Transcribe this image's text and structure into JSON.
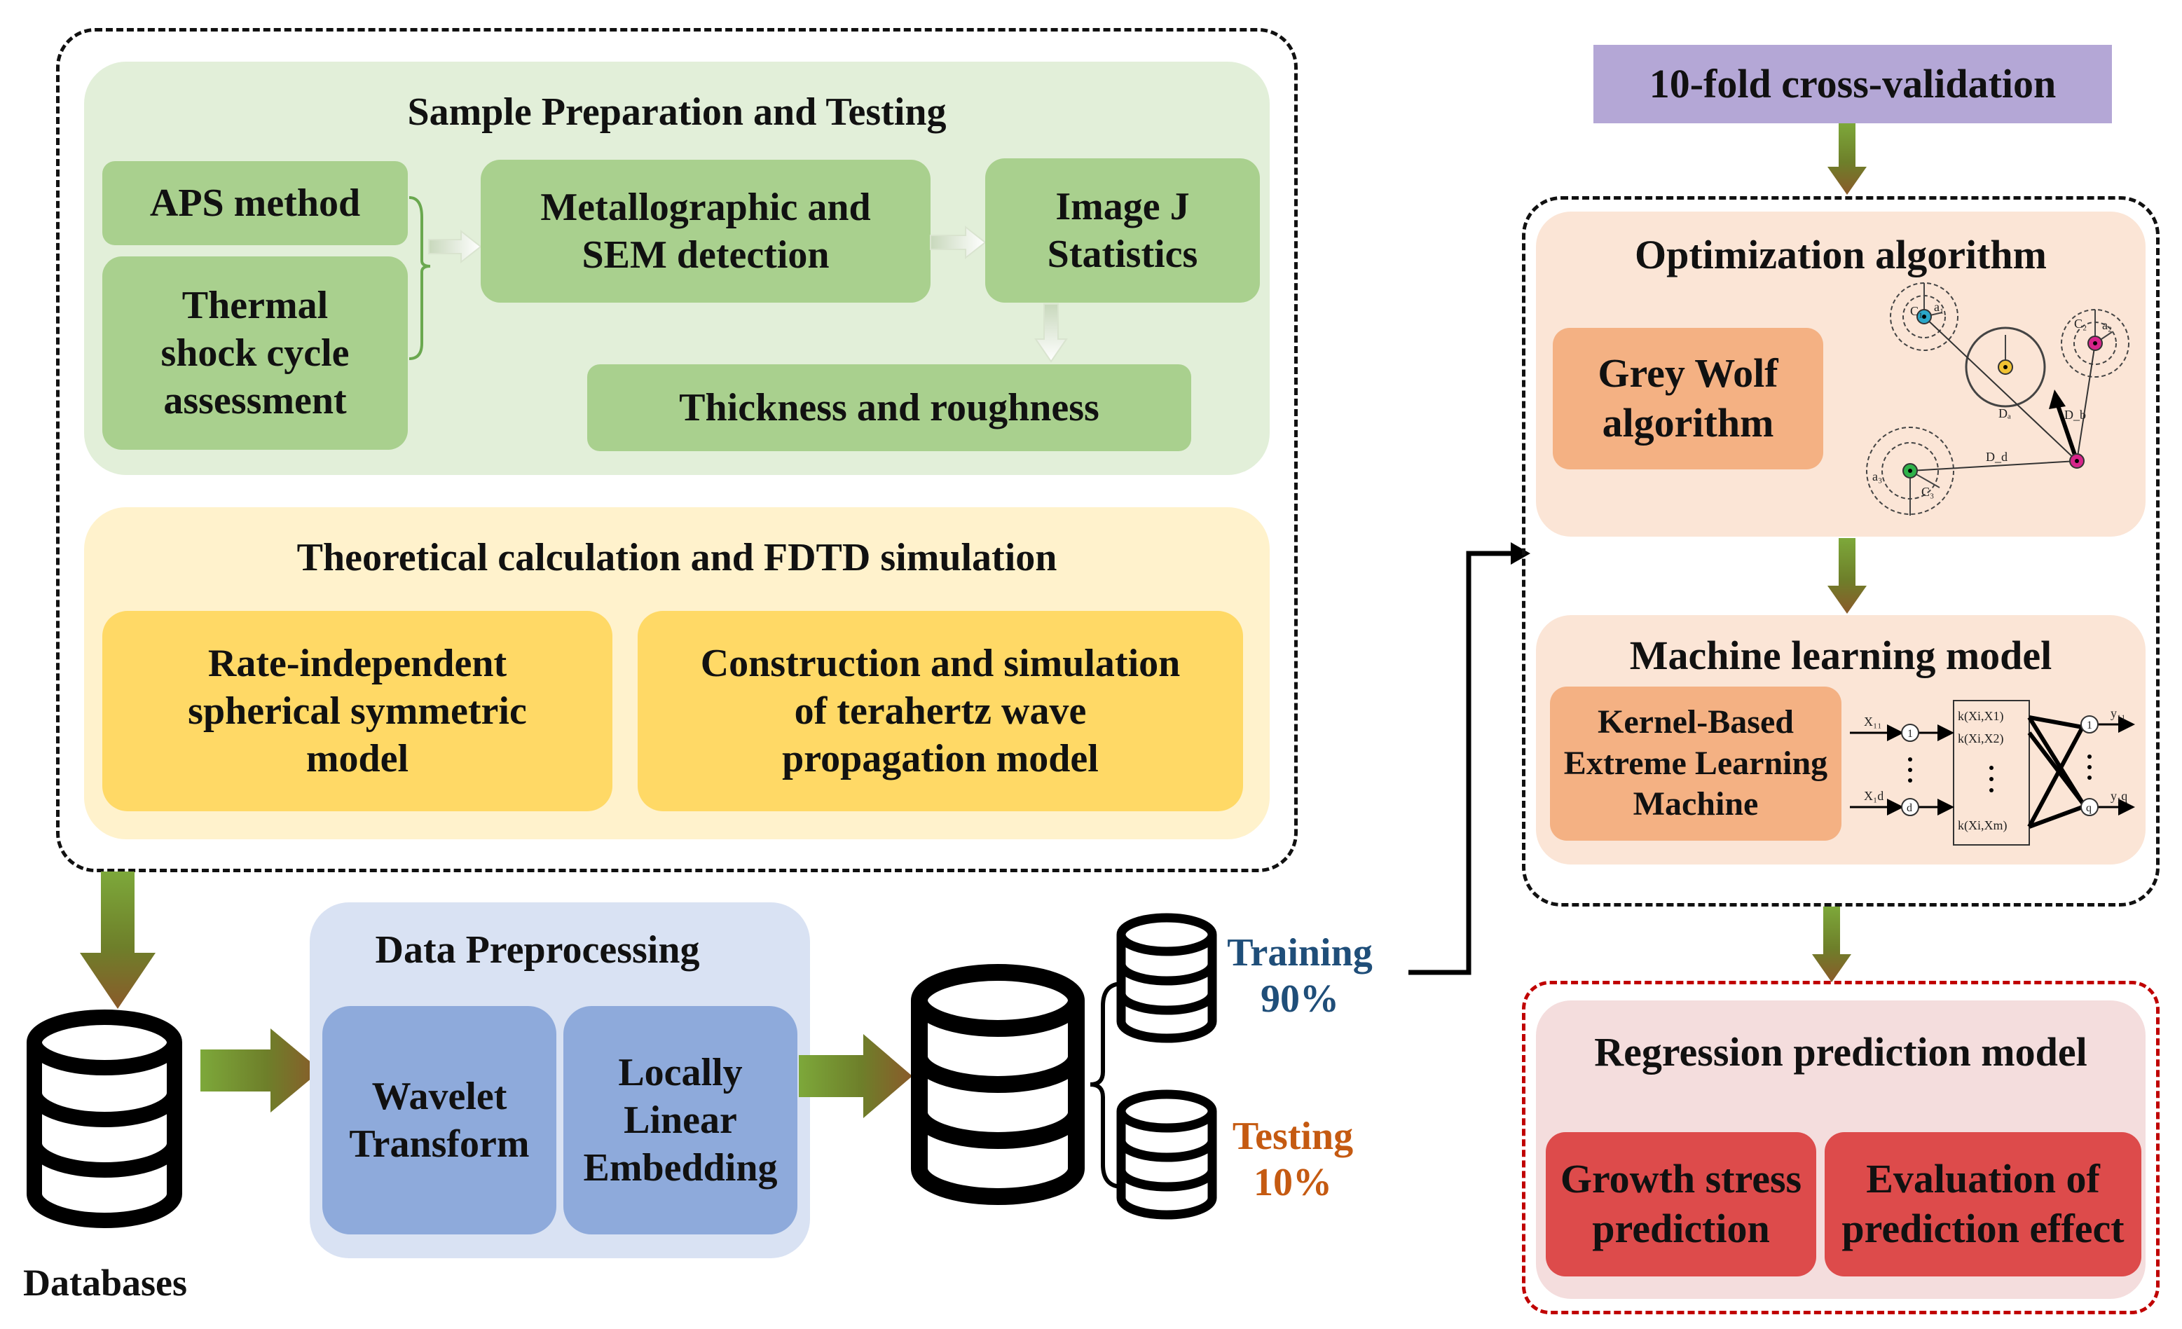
{
  "sample_prep": {
    "title": "Sample Preparation and Testing",
    "aps": "APS method",
    "thermal": "Thermal shock cycle assessment",
    "metallographic": "Metallographic and SEM detection",
    "imagej": "Image J Statistics",
    "thickness": "Thickness and roughness"
  },
  "theory": {
    "title": "Theoretical calculation and FDTD simulation",
    "rate_model": "Rate-independent spherical symmetric model",
    "terahertz": "Construction and simulation of terahertz wave propagation model"
  },
  "databases_label": "Databases",
  "preprocessing": {
    "title": "Data Preprocessing",
    "wavelet": "Wavelet Transform",
    "lle": "Locally Linear Embedding"
  },
  "split": {
    "training_label": "Training",
    "training_pct": "90%",
    "testing_label": "Testing",
    "testing_pct": "10%"
  },
  "cross_validation": "10-fold cross-validation",
  "optimization": {
    "title": "Optimization algorithm",
    "gwo": "Grey Wolf algorithm",
    "diagram_labels": {
      "c1": "C₁",
      "a1": "a₁",
      "c2": "C₂",
      "a2": "a₂",
      "a3": "a₃",
      "c3": "C₃",
      "da": "Dₐ",
      "db": "D_b",
      "dd": "D_d"
    }
  },
  "ml": {
    "title": "Machine learning model",
    "kelm": "Kernel-Based Extreme Learning Machine",
    "net_labels": {
      "x1": "X₁₁",
      "xd": "X₁d",
      "n1": "1",
      "nd": "d",
      "k1": "k(Xi,X1)",
      "k2": "k(Xi,X2)",
      "km": "k(Xi,Xm)",
      "o1": "1",
      "oq": "q",
      "y1": "y₁₁",
      "yq": "y₁q"
    }
  },
  "regression": {
    "title": "Regression prediction model",
    "growth": "Growth stress prediction",
    "evaluation": "Evaluation of prediction effect"
  },
  "colors": {
    "green_panel": "#e2efd9",
    "green_box": "#a9d08e",
    "yellow_panel": "#fff2cc",
    "yellow_box": "#ffd966",
    "blue_panel": "#d9e2f3",
    "blue_box": "#8eaadb",
    "purple": "#b4a7d6",
    "peach_panel": "#fbe5d6",
    "orange_box": "#f4b183",
    "pink_panel": "#f4dddd",
    "red_box": "#dd4b4b",
    "training_text": "#1f4e79",
    "testing_text": "#c55a11",
    "red_dash": "#c00000"
  }
}
